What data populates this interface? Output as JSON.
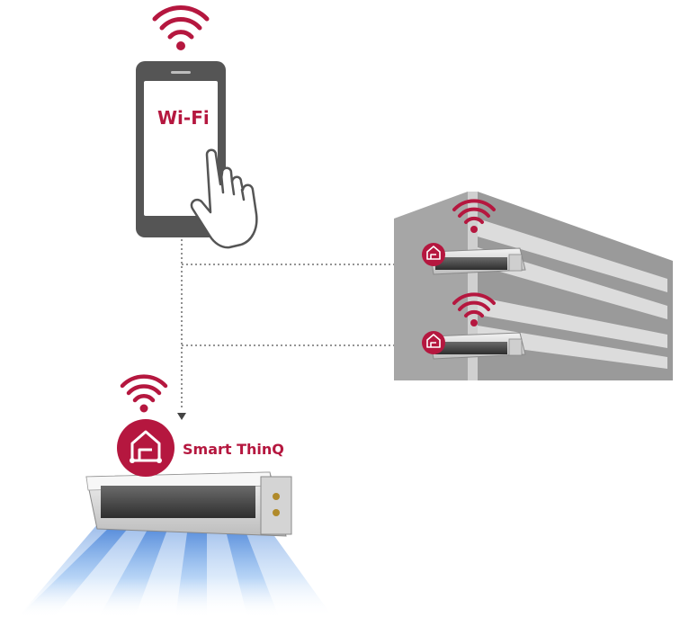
{
  "phone": {
    "screen_text": "Wi-Fi"
  },
  "main_unit": {
    "label": "Smart ThinQ"
  },
  "colors": {
    "accent": "#b5173f",
    "phone_body": "#555555",
    "building": "#9a9a9a",
    "building_light": "#d6d6d6",
    "airflow": "#3a7fd9",
    "connector": "#555555"
  },
  "icons": [
    "wifi-icon",
    "smartphone-icon",
    "hand-tap-icon",
    "smart-home-icon",
    "ducted-ac-unit",
    "building-icon",
    "arrow-icon"
  ]
}
